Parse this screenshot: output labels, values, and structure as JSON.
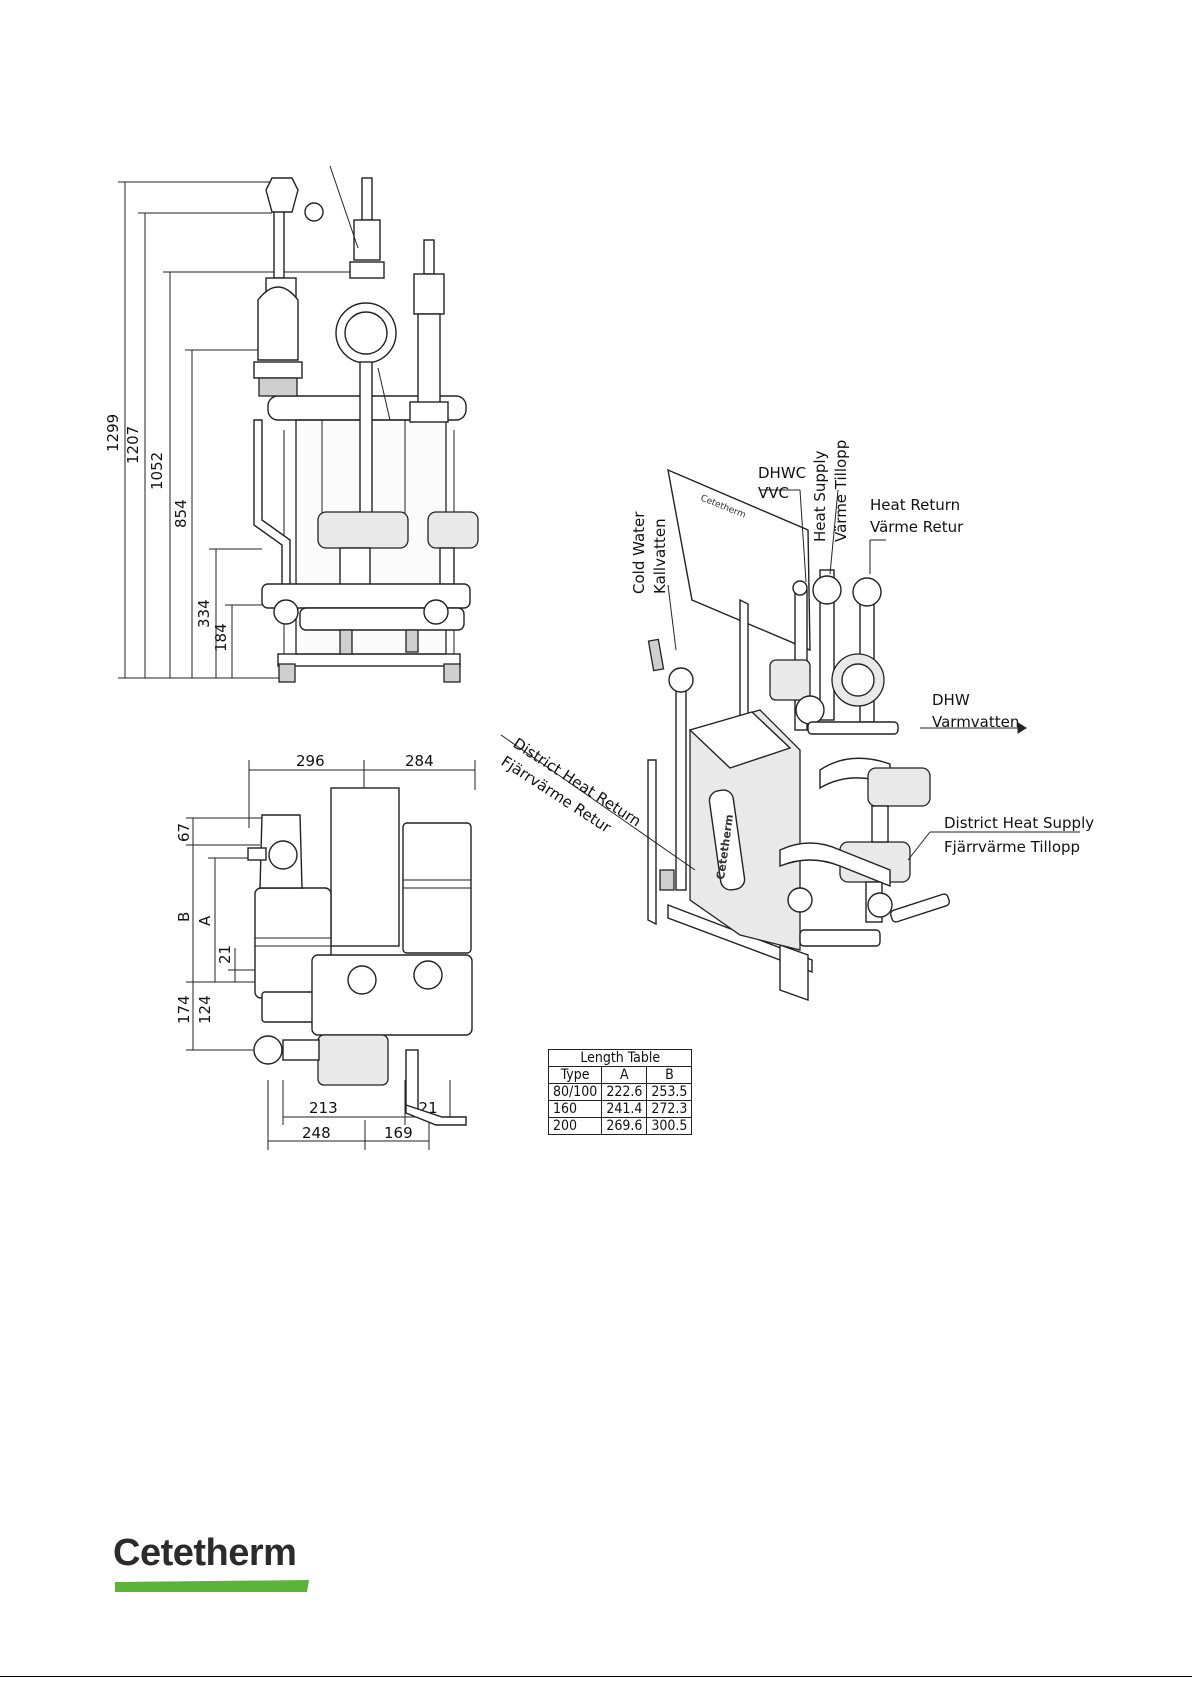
{
  "front_view": {
    "heights": [
      "1299",
      "1207",
      "1052",
      "854",
      "334",
      "184"
    ]
  },
  "top_view": {
    "widths_top": [
      "296",
      "284"
    ],
    "widths_bottom_1": [
      "213",
      "121"
    ],
    "widths_bottom_2": [
      "248",
      "169"
    ],
    "heights_left": [
      "67",
      "B",
      "A",
      "21",
      "174",
      "124"
    ]
  },
  "labels": {
    "dhwc": [
      "DHWC",
      "VVC"
    ],
    "heat_supply": [
      "Heat Supply",
      "Värme Tillopp"
    ],
    "heat_return": [
      "Heat Return",
      "Värme Retur"
    ],
    "cold_water": [
      "Cold Water",
      "Kallvatten"
    ],
    "dhw": [
      "DHW",
      "Varmvatten"
    ],
    "district_heat_return": [
      "District Heat Return",
      "Fjärrvärme Retur"
    ],
    "district_heat_supply": [
      "District Heat Supply",
      "Fjärrvärme Tillopp"
    ]
  },
  "length_table": {
    "title": "Length Table",
    "headers": [
      "Type",
      "A",
      "B"
    ],
    "rows": [
      [
        "80/100",
        "222.6",
        "253.5"
      ],
      [
        "160",
        "241.4",
        "272.3"
      ],
      [
        "200",
        "269.6",
        "300.5"
      ]
    ]
  },
  "logo": {
    "text": "Cetetherm",
    "bar_color": "#5bb33a"
  },
  "body_logo_text": "Cetetherm"
}
